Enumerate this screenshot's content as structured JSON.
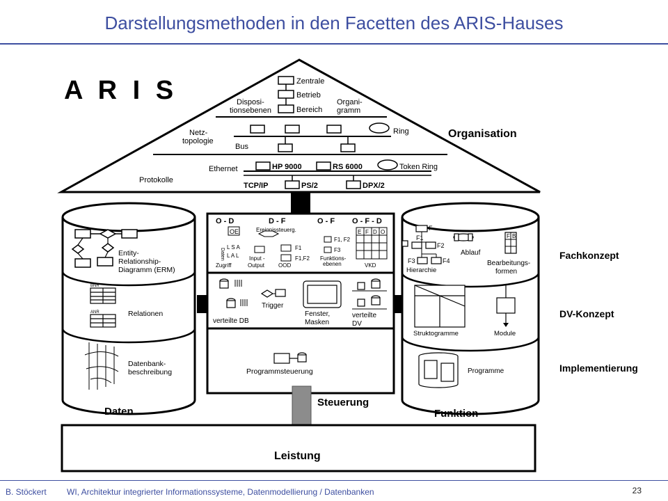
{
  "title": "Darstellungsmethoden in den Facetten des ARIS-Hauses",
  "footer": {
    "author": "B. Stöckert",
    "course": "WI, Architektur integrierter Informationssysteme, Datenmodellierung / Datenbanken",
    "page": "23"
  },
  "logo": "A R I S",
  "roof": {
    "org_levels": [
      "Zentrale",
      "Betrieb",
      "Bereich"
    ],
    "dispositions_label_1": "Disposi-",
    "dispositions_label_2": "tionsebenen",
    "organigramm_1": "Organi-",
    "organigramm_2": "gramm",
    "netz_1": "Netz-",
    "netz_2": "topologie",
    "ring": "Ring",
    "bus": "Bus",
    "protokolle": "Protokolle",
    "ethernet": "Ethernet",
    "hp": "HP 9000",
    "rs": "RS 6000",
    "token": "Token Ring",
    "tcp": "TCP/IP",
    "ps2": "PS/2",
    "dpx": "DPX/2"
  },
  "labels": {
    "organisation": "Organisation",
    "fachkonzept": "Fachkonzept",
    "dv_konzept": "DV-Konzept",
    "implementierung": "Implementierung",
    "daten": "Daten",
    "funktion": "Funktion",
    "steuerung": "Steuerung",
    "leistung": "Leistung"
  },
  "daten": {
    "erm_1": "Entity-",
    "erm_2": "Relationship-",
    "erm_3": "Diagramm (ERM)",
    "relationen": "Relationen",
    "db_1": "Datenbank-",
    "db_2": "beschreibung",
    "bnr": "BNR",
    "anr": "ANR"
  },
  "steuerung_block": {
    "od": "O - D",
    "df": "D - F",
    "of": "O - F",
    "ofd": "O - F - D",
    "oe": "OE",
    "ereignis": "Ereignissteuerg.",
    "daten": "Daten",
    "lsa": "L S A",
    "lal": "L A L",
    "zugriff": "Zugriff",
    "input": "Input -",
    "output": "Output",
    "f1": "F1",
    "f1f2": "F1,F2",
    "ood": "OOD",
    "f1f2b": "F1, F2",
    "f3": "F3",
    "funktionsebenen_1": "Funktions-",
    "funktionsebenen_2": "ebenen",
    "vkd": "VKD",
    "efdo": [
      "E",
      "F",
      "D",
      "O"
    ],
    "vdb": "verteilte DB",
    "trigger": "Trigger",
    "fenster_1": "Fenster,",
    "fenster_2": "Masken",
    "vdv_1": "verteilte",
    "vdv_2": "DV",
    "programmsteuerung": "Programmsteuerung"
  },
  "funktion": {
    "f": "F",
    "f1": "F1",
    "f2": "F2",
    "f3": "F3",
    "f4": "F4",
    "hierarchie": "Hierarchie",
    "ablauf": "Ablauf",
    "fb": [
      "F",
      "B"
    ],
    "bf_1": "Bearbeitungs-",
    "bf_2": "formen",
    "struktogramme": "Struktogramme",
    "module": "Module",
    "programme": "Programme"
  }
}
